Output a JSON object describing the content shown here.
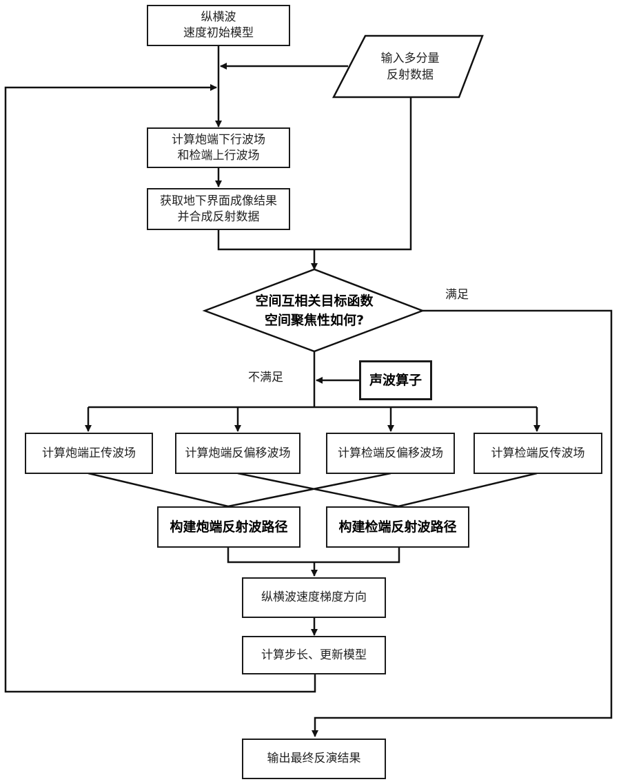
{
  "nodes": {
    "initial_model": "纵横波\n速度初始模型",
    "input_data": "输入多分量\n反射数据",
    "compute_fields": "计算炮端下行波场\n和检端上行波场",
    "imaging": "获取地下界面成像结果\n并合成反射数据",
    "decision": "空间互相关目标函数\n空间聚焦性如何?",
    "acoustic_operator": "声波算子",
    "src_forward": "计算炮端正传波场",
    "src_demig": "计算炮端反偏移波场",
    "rcv_demig": "计算检端反偏移波场",
    "rcv_back": "计算检端反传波场",
    "src_path": "构建炮端反射波路径",
    "rcv_path": "构建检端反射波路径",
    "gradient": "纵横波速度梯度方向",
    "update": "计算步长、更新模型",
    "output": "输出最终反演结果"
  },
  "edge_labels": {
    "satisfied": "满足",
    "not_satisfied": "不满足"
  },
  "colors": {
    "line": "#111111",
    "border": "#1a1a1a",
    "background": "#ffffff"
  }
}
